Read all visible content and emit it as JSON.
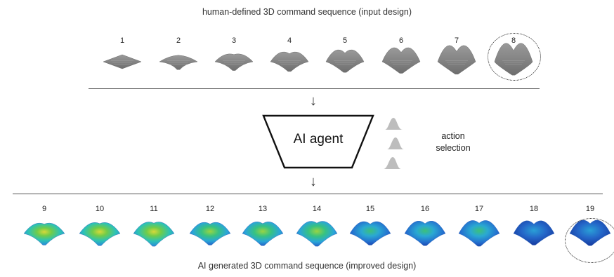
{
  "input_sequence": {
    "title": "human-defined 3D command sequence (input design)",
    "step_numbers": [
      "1",
      "2",
      "3",
      "4",
      "5",
      "6",
      "7",
      "8"
    ],
    "highlighted_step": "8"
  },
  "agent": {
    "label": "AI agent",
    "action_label_line1": "action",
    "action_label_line2": "selection"
  },
  "output_sequence": {
    "title": "AI generated 3D command sequence (improved design)",
    "step_numbers": [
      "9",
      "10",
      "11",
      "12",
      "13",
      "14",
      "15",
      "16",
      "17",
      "18",
      "19"
    ],
    "highlighted_step": "19"
  },
  "colors": {
    "gray_shape": "#8a8a8a",
    "gray_shape_dark": "#6f6f6f",
    "dist_gray": "#b9b9b9",
    "shape_yellow": "#e8e23a",
    "shape_green": "#3cc06a",
    "shape_cyan": "#29c1d9",
    "shape_blue": "#2066c9"
  }
}
